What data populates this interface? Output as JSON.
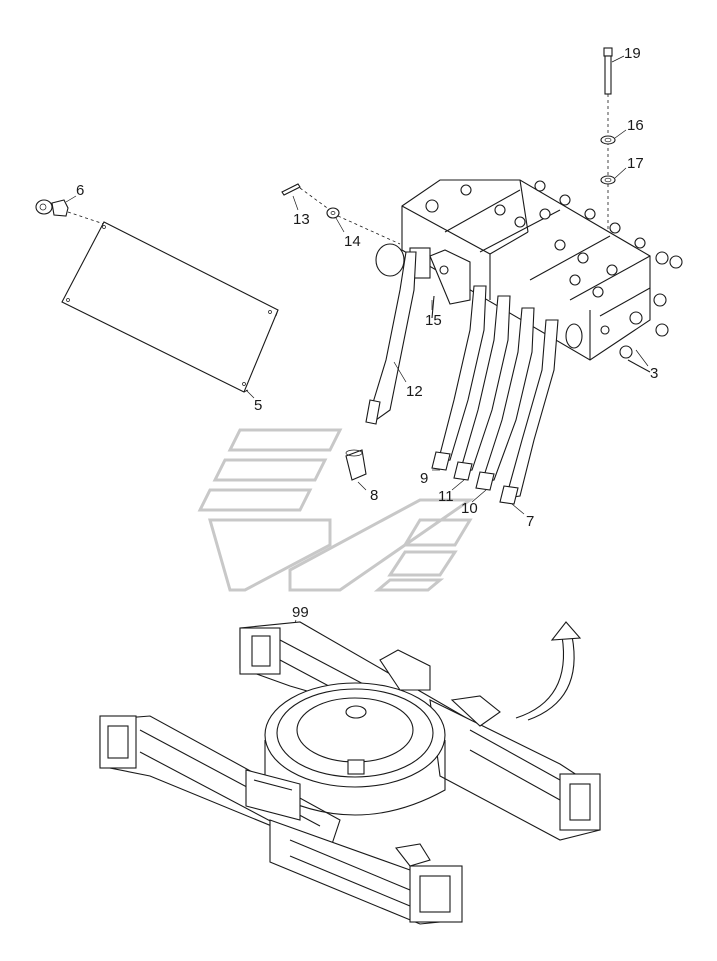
{
  "callouts": [
    {
      "id": "c19",
      "text": "19"
    },
    {
      "id": "c16",
      "text": "16"
    },
    {
      "id": "c17",
      "text": "17"
    },
    {
      "id": "c6",
      "text": "6"
    },
    {
      "id": "c13",
      "text": "13"
    },
    {
      "id": "c14",
      "text": "14"
    },
    {
      "id": "c15",
      "text": "15"
    },
    {
      "id": "c3",
      "text": "3"
    },
    {
      "id": "c12",
      "text": "12"
    },
    {
      "id": "c5",
      "text": "5"
    },
    {
      "id": "c8",
      "text": "8"
    },
    {
      "id": "c9",
      "text": "9"
    },
    {
      "id": "c11",
      "text": "11"
    },
    {
      "id": "c10",
      "text": "10"
    },
    {
      "id": "c7",
      "text": "7"
    },
    {
      "id": "c99",
      "text": "99"
    }
  ],
  "colors": {
    "line": "#1a1a1a",
    "watermark": "#c8c8c8",
    "background": "#ffffff"
  }
}
